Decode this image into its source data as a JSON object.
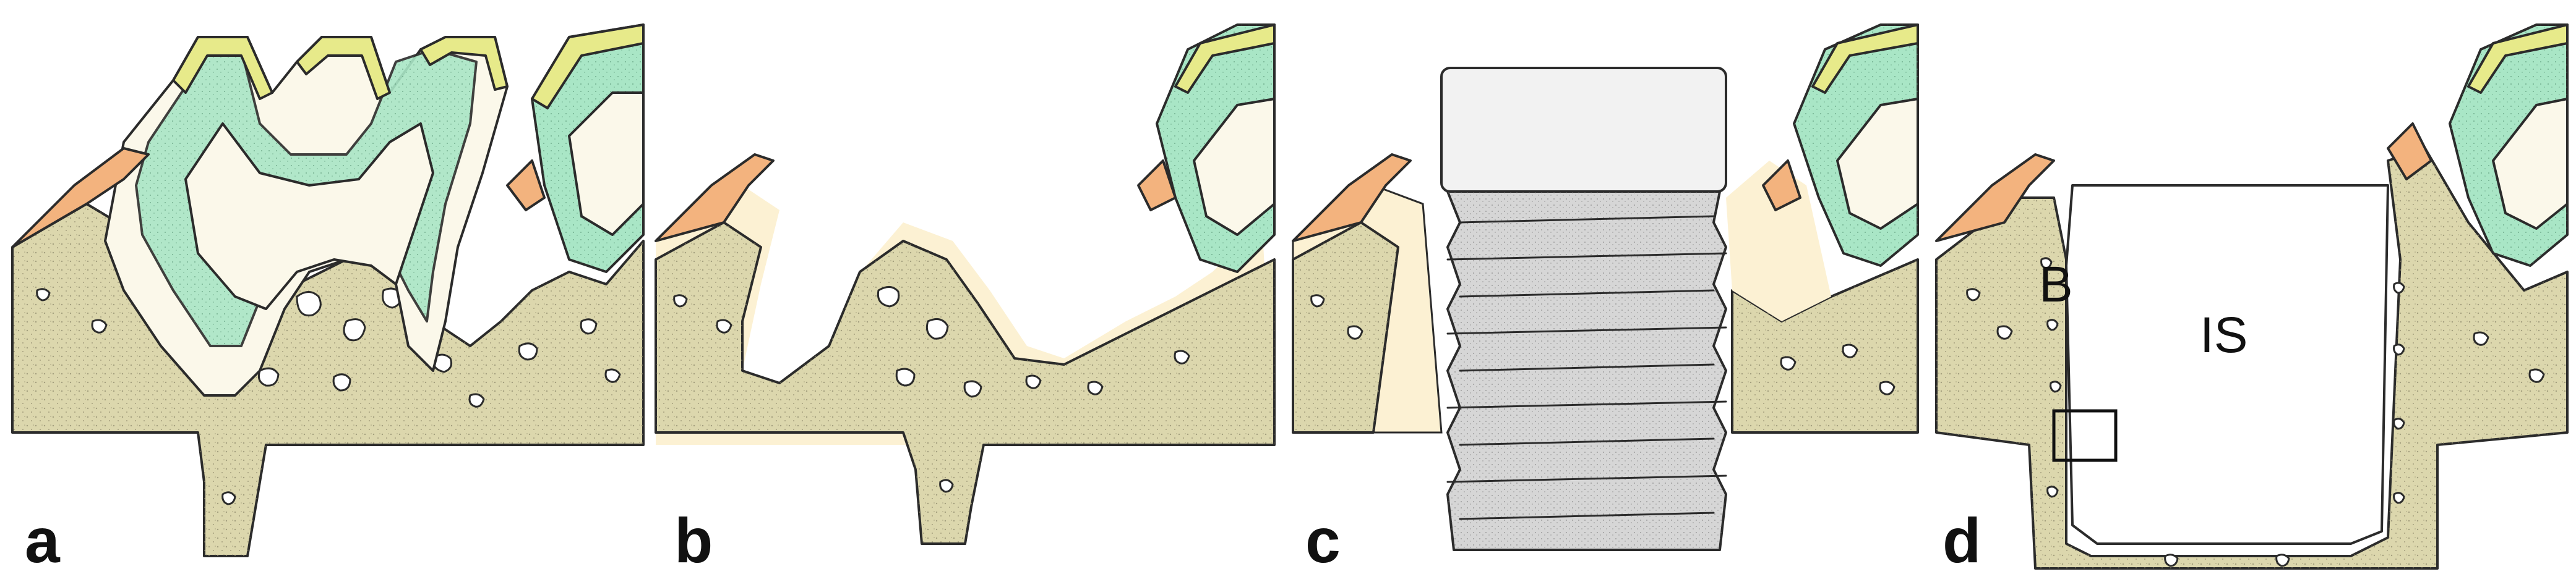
{
  "figure": {
    "panels": [
      {
        "letter": "a"
      },
      {
        "letter": "b"
      },
      {
        "letter": "c"
      },
      {
        "letter": "d",
        "labels": {
          "bone": "B",
          "implant_site": "IS"
        }
      }
    ]
  },
  "colors": {
    "background": "#ffffff",
    "bone": "#dcd7ad",
    "bone_pore": "#ffffff",
    "dentin": "#fbf8ea",
    "pulp_band": "#a9e6c6",
    "enamel": "#e7ea8a",
    "gingiva": "#f3b37e",
    "soft_tissue": "#fcf1d3",
    "implant_collar": "#f2f2f2",
    "implant_body": "#d6d6d6",
    "outline": "#2b2b2b"
  },
  "icons": {
    "inset_marker": "square-outline"
  }
}
